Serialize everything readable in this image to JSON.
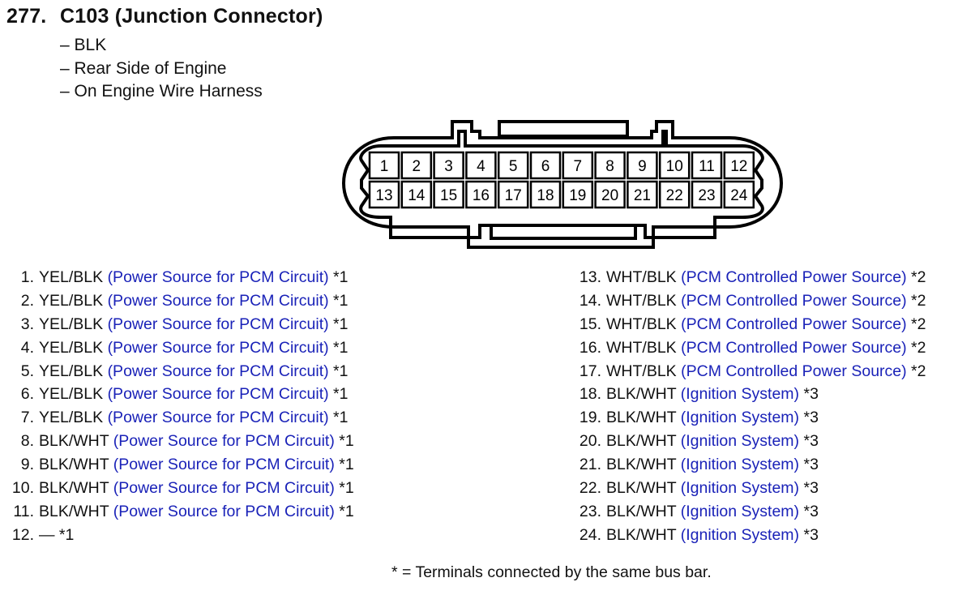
{
  "header": {
    "number": "277.",
    "title": "C103 (Junction Connector)",
    "details": [
      "– BLK",
      "– Rear Side of Engine",
      "– On Engine Wire Harness"
    ]
  },
  "connector": {
    "top_row": [
      "1",
      "2",
      "3",
      "4",
      "5",
      "6",
      "7",
      "8",
      "9",
      "10",
      "11",
      "12"
    ],
    "bottom_row": [
      "13",
      "14",
      "15",
      "16",
      "17",
      "18",
      "19",
      "20",
      "21",
      "22",
      "23",
      "24"
    ]
  },
  "terminals_left": [
    {
      "num": "1.",
      "wire": "YEL/BLK",
      "desc": "(Power Source for PCM Circuit)",
      "note": "*1"
    },
    {
      "num": "2.",
      "wire": "YEL/BLK",
      "desc": "(Power Source for PCM Circuit)",
      "note": "*1"
    },
    {
      "num": "3.",
      "wire": "YEL/BLK",
      "desc": "(Power Source for PCM Circuit)",
      "note": "*1"
    },
    {
      "num": "4.",
      "wire": "YEL/BLK",
      "desc": "(Power Source for PCM Circuit)",
      "note": "*1"
    },
    {
      "num": "5.",
      "wire": "YEL/BLK",
      "desc": "(Power Source for PCM Circuit)",
      "note": "*1"
    },
    {
      "num": "6.",
      "wire": "YEL/BLK",
      "desc": "(Power Source for PCM Circuit)",
      "note": "*1"
    },
    {
      "num": "7.",
      "wire": "YEL/BLK",
      "desc": "(Power Source for PCM Circuit)",
      "note": "*1"
    },
    {
      "num": "8.",
      "wire": "BLK/WHT",
      "desc": "(Power Source for PCM Circuit)",
      "note": "*1"
    },
    {
      "num": "9.",
      "wire": "BLK/WHT",
      "desc": "(Power Source for PCM Circuit)",
      "note": "*1"
    },
    {
      "num": "10.",
      "wire": "BLK/WHT",
      "desc": "(Power Source for PCM Circuit)",
      "note": "*1"
    },
    {
      "num": "11.",
      "wire": "BLK/WHT",
      "desc": "(Power Source for PCM Circuit)",
      "note": "*1"
    },
    {
      "num": "12.",
      "wire": "—",
      "desc": "",
      "note": "*1"
    }
  ],
  "terminals_right": [
    {
      "num": "13.",
      "wire": "WHT/BLK",
      "desc": "(PCM Controlled Power Source)",
      "note": "*2"
    },
    {
      "num": "14.",
      "wire": "WHT/BLK",
      "desc": "(PCM Controlled Power Source)",
      "note": "*2"
    },
    {
      "num": "15.",
      "wire": "WHT/BLK",
      "desc": "(PCM Controlled Power Source)",
      "note": "*2"
    },
    {
      "num": "16.",
      "wire": "WHT/BLK",
      "desc": "(PCM Controlled Power Source)",
      "note": "*2"
    },
    {
      "num": "17.",
      "wire": "WHT/BLK",
      "desc": "(PCM Controlled Power Source)",
      "note": "*2"
    },
    {
      "num": "18.",
      "wire": "BLK/WHT",
      "desc": "(Ignition System)",
      "note": "*3"
    },
    {
      "num": "19.",
      "wire": "BLK/WHT",
      "desc": "(Ignition System)",
      "note": "*3"
    },
    {
      "num": "20.",
      "wire": "BLK/WHT",
      "desc": "(Ignition System)",
      "note": "*3"
    },
    {
      "num": "21.",
      "wire": "BLK/WHT",
      "desc": "(Ignition System)",
      "note": "*3"
    },
    {
      "num": "22.",
      "wire": "BLK/WHT",
      "desc": "(Ignition System)",
      "note": "*3"
    },
    {
      "num": "23.",
      "wire": "BLK/WHT",
      "desc": "(Ignition System)",
      "note": "*3"
    },
    {
      "num": "24.",
      "wire": "BLK/WHT",
      "desc": "(Ignition System)",
      "note": "*3"
    }
  ],
  "footnote": "* = Terminals connected by the same bus bar.",
  "colors": {
    "description": "#1a22b8",
    "text": "#111111"
  }
}
